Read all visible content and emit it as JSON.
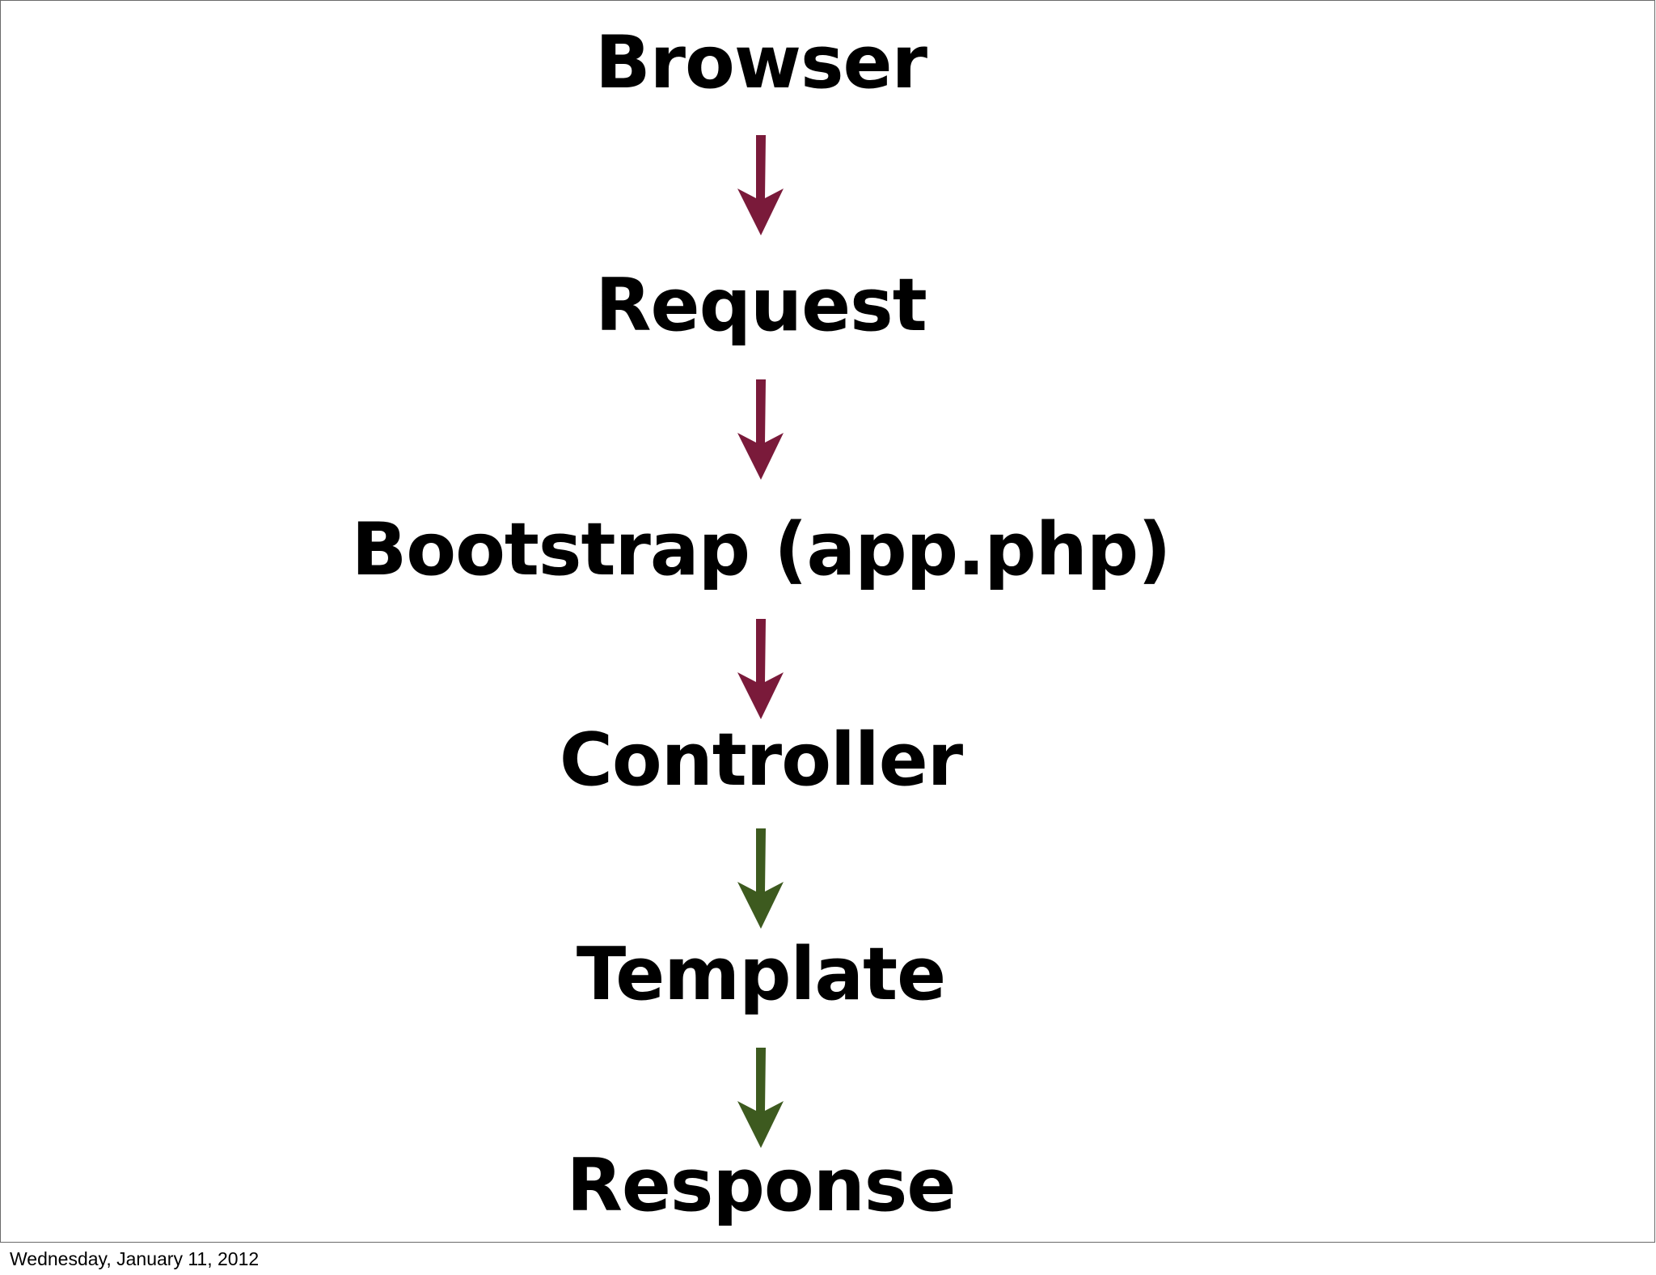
{
  "steps": [
    {
      "label": "Browser"
    },
    {
      "label": "Request"
    },
    {
      "label": "Bootstrap (app.php)"
    },
    {
      "label": "Controller"
    },
    {
      "label": "Template"
    },
    {
      "label": "Response"
    }
  ],
  "arrows": [
    {
      "from": "Browser",
      "to": "Request",
      "color": "#7a1a3a"
    },
    {
      "from": "Request",
      "to": "Bootstrap (app.php)",
      "color": "#7a1a3a"
    },
    {
      "from": "Bootstrap (app.php)",
      "to": "Controller",
      "color": "#7a1a3a"
    },
    {
      "from": "Controller",
      "to": "Template",
      "color": "#3d5a1f"
    },
    {
      "from": "Template",
      "to": "Response",
      "color": "#3d5a1f"
    }
  ],
  "footer": {
    "date": "Wednesday, January 11, 2012"
  }
}
